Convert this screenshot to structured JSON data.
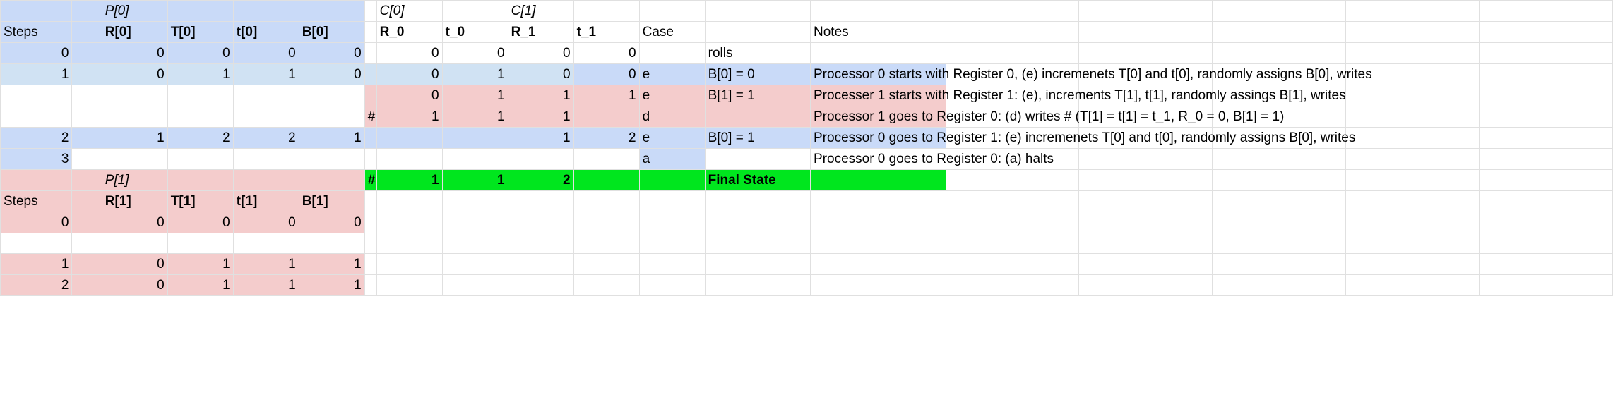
{
  "colors": {
    "blue": "#c9daf8",
    "light_blue": "#d0e2f3",
    "pink": "#f4cccc",
    "green": "#00e61e",
    "white": "#ffffff",
    "gridline": "#e0e0e0"
  },
  "headers": {
    "p0_group": "P[0]",
    "p1_group": "P[1]",
    "c0_group": "C[0]",
    "c1_group": "C[1]",
    "steps": "Steps",
    "r0": "R[0]",
    "t_upper0": "T[0]",
    "t_lower0": "t[0]",
    "b0": "B[0]",
    "r1": "R[1]",
    "t_upper1": "T[1]",
    "t_lower1": "t[1]",
    "b1": "B[1]",
    "reg_r0": "R_0",
    "reg_t0": "t_0",
    "reg_r1": "R_1",
    "reg_t1": "t_1",
    "case": "Case",
    "notes": "Notes"
  },
  "rows": [
    {
      "name": "p0-group-header-row",
      "steps": "",
      "gap1": "",
      "r": "",
      "tu": "",
      "tl": "",
      "b": "",
      "gap2": "",
      "cr0": "",
      "ct0": "",
      "cr1": "",
      "ct1": "",
      "case": "",
      "sub": "",
      "notes": ""
    },
    {
      "name": "p0-column-header-row",
      "steps": "Steps",
      "gap1": "",
      "r": "R[0]",
      "tu": "T[0]",
      "tl": "t[0]",
      "b": "B[0]",
      "gap2": "",
      "cr0": "R_0",
      "ct0": "t_0",
      "cr1": "R_1",
      "ct1": "t_1",
      "case": "Case",
      "sub": "",
      "notes": "Notes"
    },
    {
      "name": "step-0-row",
      "steps": "0",
      "gap1": "",
      "r": "0",
      "tu": "0",
      "tl": "0",
      "b": "0",
      "gap2": "",
      "cr0": "0",
      "ct0": "0",
      "cr1": "0",
      "ct1": "0",
      "case": "",
      "sub": "rolls",
      "notes": ""
    },
    {
      "name": "step-1-proc0-row",
      "steps": "1",
      "gap1": "",
      "r": "0",
      "tu": "1",
      "tl": "1",
      "b": "0",
      "gap2": "",
      "cr0": "0",
      "ct0": "1",
      "cr1": "0",
      "ct1": "0",
      "case": "e",
      "sub": "B[0] = 0",
      "notes": "Processor 0 starts with Register 0, (e) incremenets T[0] and t[0], randomly assigns B[0], writes"
    },
    {
      "name": "step-1-proc1-row",
      "steps": "",
      "gap1": "",
      "r": "",
      "tu": "",
      "tl": "",
      "b": "",
      "gap2": "",
      "cr0": "0",
      "ct0": "1",
      "cr1": "1",
      "ct1": "1",
      "case": "e",
      "sub": "B[1] = 1",
      "notes": "Processer 1 starts with Register 1: (e), increments T[1], t[1], randomly assings B[1], writes"
    },
    {
      "name": "proc1-write-hash-row",
      "steps": "",
      "gap1": "",
      "r": "",
      "tu": "",
      "tl": "",
      "b": "",
      "gap2": "",
      "cr0": "#",
      "ct0": "1",
      "cr1": "1",
      "ct1": "1",
      "case": "d",
      "sub": "",
      "notes": "Processor 1 goes to Register 0: (d) writes # (T[1] = t[1] = t_1, R_0 = 0, B[1] = 1)"
    },
    {
      "name": "step-2-proc0-row",
      "steps": "2",
      "gap1": "",
      "r": "1",
      "tu": "2",
      "tl": "2",
      "b": "1",
      "gap2": "",
      "cr0": "",
      "ct0": "",
      "cr1": "1",
      "ct1": "2",
      "case": "e",
      "sub": "B[0] = 1",
      "notes": "Processor 0 goes to Register 1: (e) incremenets T[0] and t[0], randomly assigns B[0], writes"
    },
    {
      "name": "step-3-halt-row",
      "steps": "3",
      "gap1": "",
      "r": "",
      "tu": "",
      "tl": "",
      "b": "",
      "gap2": "",
      "cr0": "",
      "ct0": "",
      "cr1": "",
      "ct1": "",
      "case": "a",
      "sub": "",
      "notes": "Processor 0 goes to Register 0: (a) halts"
    },
    {
      "name": "p1-group-header-final-state-row",
      "steps": "",
      "gap1": "",
      "r": "P[1]",
      "tu": "",
      "tl": "",
      "b": "",
      "gap2": "",
      "cr0": "#",
      "ct0": "1",
      "cr1": "1",
      "ct1": "2",
      "case": "",
      "sub": "",
      "notes": "Final State"
    },
    {
      "name": "p1-column-header-row",
      "steps": "Steps",
      "gap1": "",
      "r": "R[1]",
      "tu": "T[1]",
      "tl": "t[1]",
      "b": "B[1]",
      "gap2": "",
      "cr0": "",
      "ct0": "",
      "cr1": "",
      "ct1": "",
      "case": "",
      "sub": "",
      "notes": ""
    },
    {
      "name": "p1-step-0-row",
      "steps": "0",
      "gap1": "",
      "r": "0",
      "tu": "0",
      "tl": "0",
      "b": "0",
      "gap2": "",
      "cr0": "",
      "ct0": "",
      "cr1": "",
      "ct1": "",
      "case": "",
      "sub": "",
      "notes": ""
    },
    {
      "name": "p1-blank-row",
      "steps": "",
      "gap1": "",
      "r": "",
      "tu": "",
      "tl": "",
      "b": "",
      "gap2": "",
      "cr0": "",
      "ct0": "",
      "cr1": "",
      "ct1": "",
      "case": "",
      "sub": "",
      "notes": ""
    },
    {
      "name": "p1-step-1-row",
      "steps": "1",
      "gap1": "",
      "r": "0",
      "tu": "1",
      "tl": "1",
      "b": "1",
      "gap2": "",
      "cr0": "",
      "ct0": "",
      "cr1": "",
      "ct1": "",
      "case": "",
      "sub": "",
      "notes": ""
    },
    {
      "name": "p1-step-2-row",
      "steps": "2",
      "gap1": "",
      "r": "0",
      "tu": "1",
      "tl": "1",
      "b": "1",
      "gap2": "",
      "cr0": "",
      "ct0": "",
      "cr1": "",
      "ct1": "",
      "case": "",
      "sub": "",
      "notes": ""
    }
  ]
}
